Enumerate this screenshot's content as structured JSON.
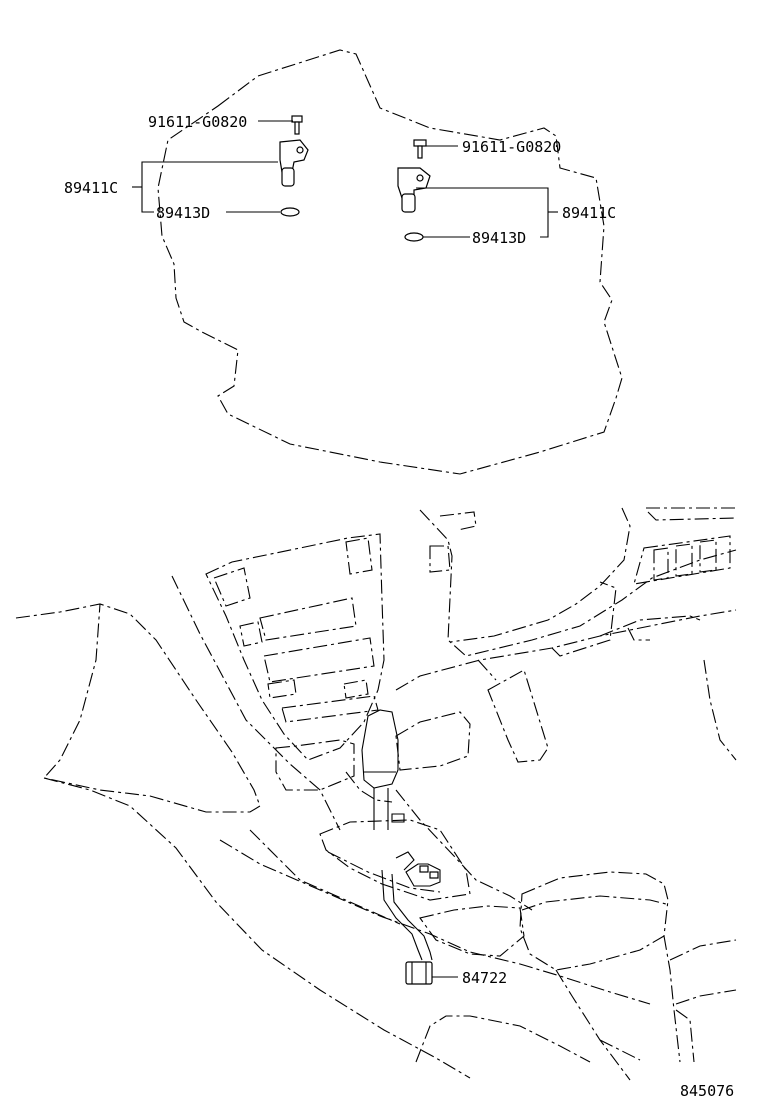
{
  "callouts": {
    "bolt_left": "91611-G0820",
    "bolt_right": "91611-G0820",
    "sensor_left": "89411C",
    "sensor_right": "89411C",
    "oring_left": "89413D",
    "oring_right": "89413D",
    "shift_sensor": "84722"
  },
  "figure_number": "845076"
}
